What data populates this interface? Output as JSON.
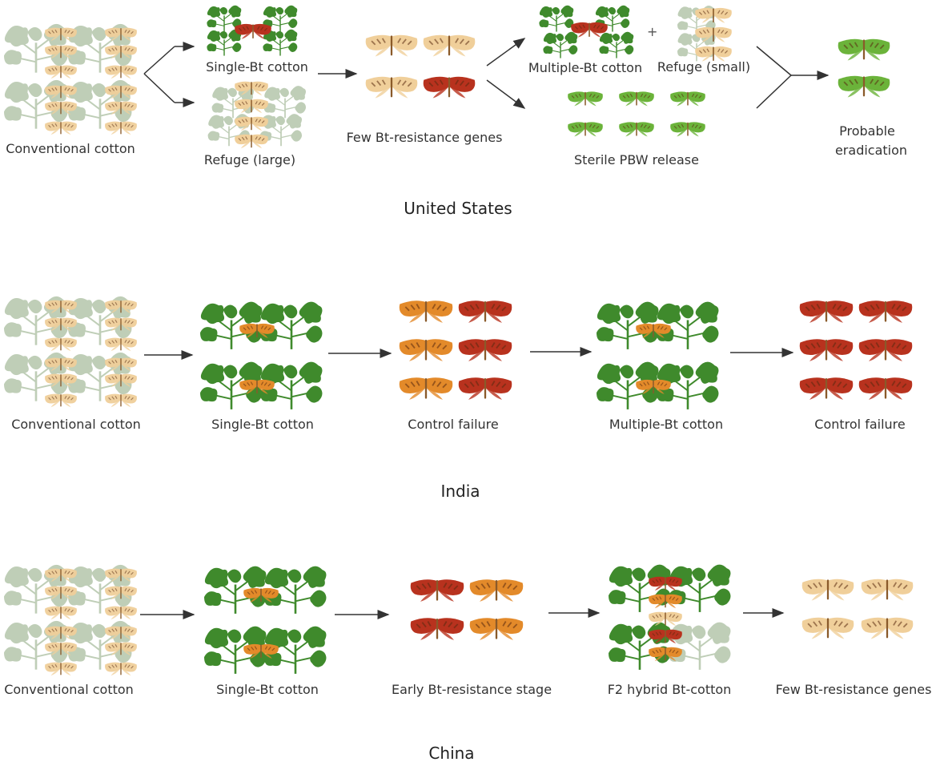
{
  "us": {
    "region": "United States",
    "conventional": "Conventional cotton",
    "single_bt": "Single-Bt cotton",
    "refuge_large": "Refuge (large)",
    "few_genes": "Few Bt-resistance genes",
    "multiple_bt": "Multiple-Bt cotton",
    "plus": "+",
    "refuge_small": "Refuge (small)",
    "sterile": "Sterile PBW release",
    "eradication_1": "Probable",
    "eradication_2": "eradication"
  },
  "india": {
    "region": "India",
    "steps": [
      "Conventional cotton",
      "Single-Bt cotton",
      "Control failure",
      "Multiple-Bt cotton",
      "Control failure"
    ]
  },
  "china": {
    "region": "China",
    "steps": [
      "Conventional cotton",
      "Single-Bt cotton",
      "Early Bt-resistance stage",
      "F2 hybrid Bt-cotton",
      "Few Bt-resistance genes"
    ]
  },
  "colors": {
    "plant_dark": "#3f8a2c",
    "plant_light": "#8fc97a",
    "plant_pale": "#b9c9b0",
    "moth_pale": "#f0cf9a",
    "moth_orange": "#e38a2a",
    "moth_red": "#b8321e",
    "moth_green": "#6bb33a"
  }
}
